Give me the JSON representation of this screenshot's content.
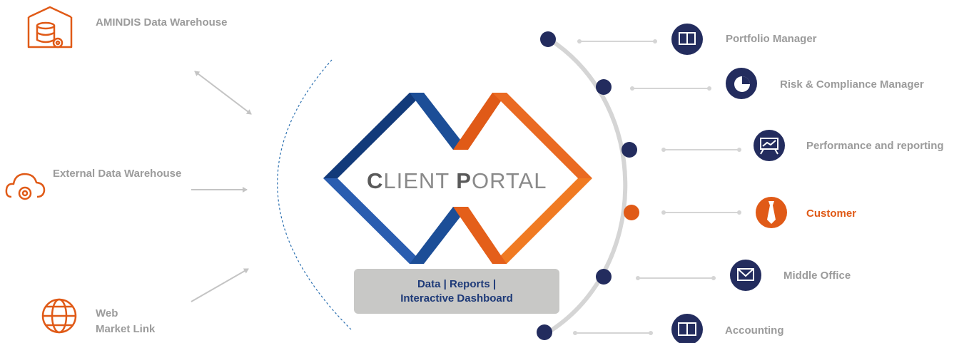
{
  "sources": [
    {
      "name": "amindis",
      "line1": "AMINDIS Data Warehouse",
      "line2": "",
      "icon": "house-database-gear-icon"
    },
    {
      "name": "external",
      "line1": "External Data Warehouse",
      "line2": "",
      "icon": "cloud-gear-icon"
    },
    {
      "name": "web",
      "line1": "Web",
      "line2": "Market Link",
      "icon": "globe-icon"
    }
  ],
  "logo": {
    "c": "C",
    "lient": "LIENT ",
    "p": "P",
    "ortal": "ORTAL"
  },
  "caption": {
    "line1": "Data | Reports |",
    "line2": "Interactive Dashboard"
  },
  "modules": [
    {
      "label": "Portfolio Manager",
      "icon": "book-icon",
      "active": false
    },
    {
      "label": "Risk & Compliance Manager",
      "icon": "pie-chart-icon",
      "active": false
    },
    {
      "label": "Performance and reporting",
      "icon": "presentation-board-icon",
      "active": false
    },
    {
      "label": "Customer",
      "icon": "tie-icon",
      "active": true
    },
    {
      "label": "Middle Office",
      "icon": "envelope-icon",
      "active": false
    },
    {
      "label": "Accounting",
      "icon": "ledger-icon",
      "active": false
    }
  ],
  "colors": {
    "navy": "#232c5e",
    "orange": "#e05a17",
    "blue_dark": "#123a7a",
    "blue": "#2a5db0",
    "gray_text": "#9b9b9b",
    "arc": "#d5d5d5"
  }
}
